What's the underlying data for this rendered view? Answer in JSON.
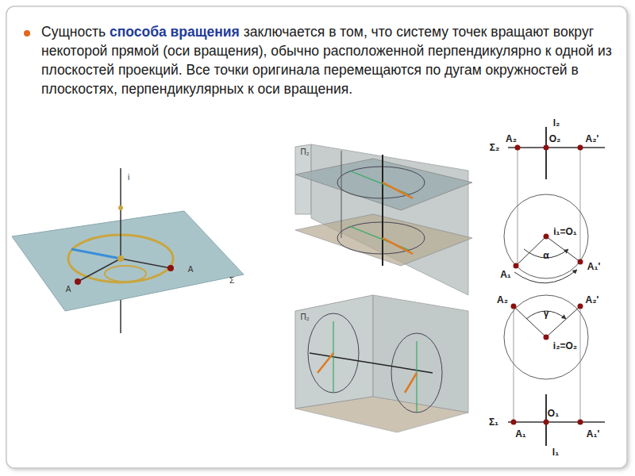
{
  "diagram": {
    "labels": [
      "Сущность",
      "способа вращения",
      "заключается в том, что систему точек вращают вокруг некоторой прямой (оси вращения), обычно расположенной перпендикулярно к одной из плоскостей проекций. Все точки оригинала перемещаются по дугам окружностей в плоскостях, перпендикулярных к оси вращения.",
      "l₂",
      "Σ₂",
      "A₂",
      "O₂",
      "A₂'",
      "i₁=O₁",
      "α",
      "A₁",
      "A₁'",
      "A₂",
      "γ",
      "A₂'",
      "i₂=O₂",
      "Σ₁",
      "O₁",
      "A₁",
      "A₁'",
      "l₁",
      "i",
      "Σ",
      "A",
      "A",
      "Π₂",
      "Π₂"
    ]
  }
}
